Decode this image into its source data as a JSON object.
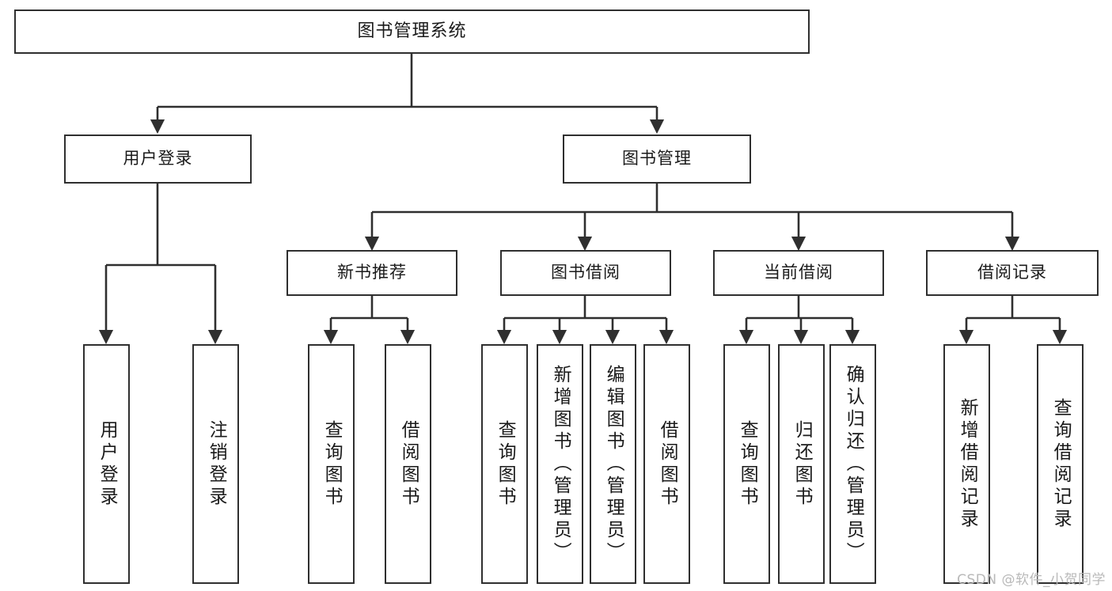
{
  "diagram": {
    "title": "图书管理系统",
    "type": "tree",
    "watermark": "CSDN @软件_小贺同学",
    "colors": {
      "stroke": "#2f2f2f",
      "fill": "#ffffff",
      "text": "#1a1a1a",
      "watermark": "#b9b9b9"
    },
    "levels": {
      "root": [
        "图书管理系统"
      ],
      "level2": [
        "用户登录",
        "图书管理"
      ],
      "level3": [
        "新书推荐",
        "图书借阅",
        "当前借阅",
        "借阅记录"
      ],
      "level4": [
        "用户登录",
        "注销登录",
        "查询图书",
        "借阅图书",
        "查询图书",
        "新增图书（管理员）",
        "编辑图书（管理员）",
        "借阅图书",
        "查询图书",
        "归还图书",
        "确认归还（管理员）",
        "新增借阅记录",
        "查询借阅记录"
      ]
    },
    "nodes": {
      "root": {
        "label": "图书管理系统"
      },
      "user_login": {
        "label": "用户登录"
      },
      "book_manage": {
        "label": "图书管理"
      },
      "new_book_rec": {
        "label": "新书推荐"
      },
      "book_borrow": {
        "label": "图书借阅"
      },
      "current_borrow": {
        "label": "当前借阅"
      },
      "borrow_record": {
        "label": "借阅记录"
      },
      "leaf_user_login": {
        "label": "用户登录"
      },
      "leaf_logout": {
        "label": "注销登录"
      },
      "leaf_query_book_a": {
        "label": "查询图书"
      },
      "leaf_borrow_book_a": {
        "label": "借阅图书"
      },
      "leaf_query_book_b": {
        "label": "查询图书"
      },
      "leaf_add_book": {
        "label": "新增图书（管理员）"
      },
      "leaf_edit_book": {
        "label": "编辑图书（管理员）"
      },
      "leaf_borrow_book_b": {
        "label": "借阅图书"
      },
      "leaf_query_book_c": {
        "label": "查询图书"
      },
      "leaf_return_book": {
        "label": "归还图书"
      },
      "leaf_confirm_return": {
        "label": "确认归还（管理员）"
      },
      "leaf_add_record": {
        "label": "新增借阅记录"
      },
      "leaf_query_record": {
        "label": "查询借阅记录"
      }
    },
    "edges": [
      {
        "from": "root",
        "to": "user_login"
      },
      {
        "from": "root",
        "to": "book_manage"
      },
      {
        "from": "user_login",
        "to": "leaf_user_login"
      },
      {
        "from": "user_login",
        "to": "leaf_logout"
      },
      {
        "from": "book_manage",
        "to": "new_book_rec"
      },
      {
        "from": "book_manage",
        "to": "book_borrow"
      },
      {
        "from": "book_manage",
        "to": "current_borrow"
      },
      {
        "from": "book_manage",
        "to": "borrow_record"
      },
      {
        "from": "new_book_rec",
        "to": "leaf_query_book_a"
      },
      {
        "from": "new_book_rec",
        "to": "leaf_borrow_book_a"
      },
      {
        "from": "book_borrow",
        "to": "leaf_query_book_b"
      },
      {
        "from": "book_borrow",
        "to": "leaf_add_book"
      },
      {
        "from": "book_borrow",
        "to": "leaf_edit_book"
      },
      {
        "from": "book_borrow",
        "to": "leaf_borrow_book_b"
      },
      {
        "from": "current_borrow",
        "to": "leaf_query_book_c"
      },
      {
        "from": "current_borrow",
        "to": "leaf_return_book"
      },
      {
        "from": "current_borrow",
        "to": "leaf_confirm_return"
      },
      {
        "from": "borrow_record",
        "to": "leaf_add_record"
      },
      {
        "from": "borrow_record",
        "to": "leaf_query_record"
      }
    ]
  }
}
